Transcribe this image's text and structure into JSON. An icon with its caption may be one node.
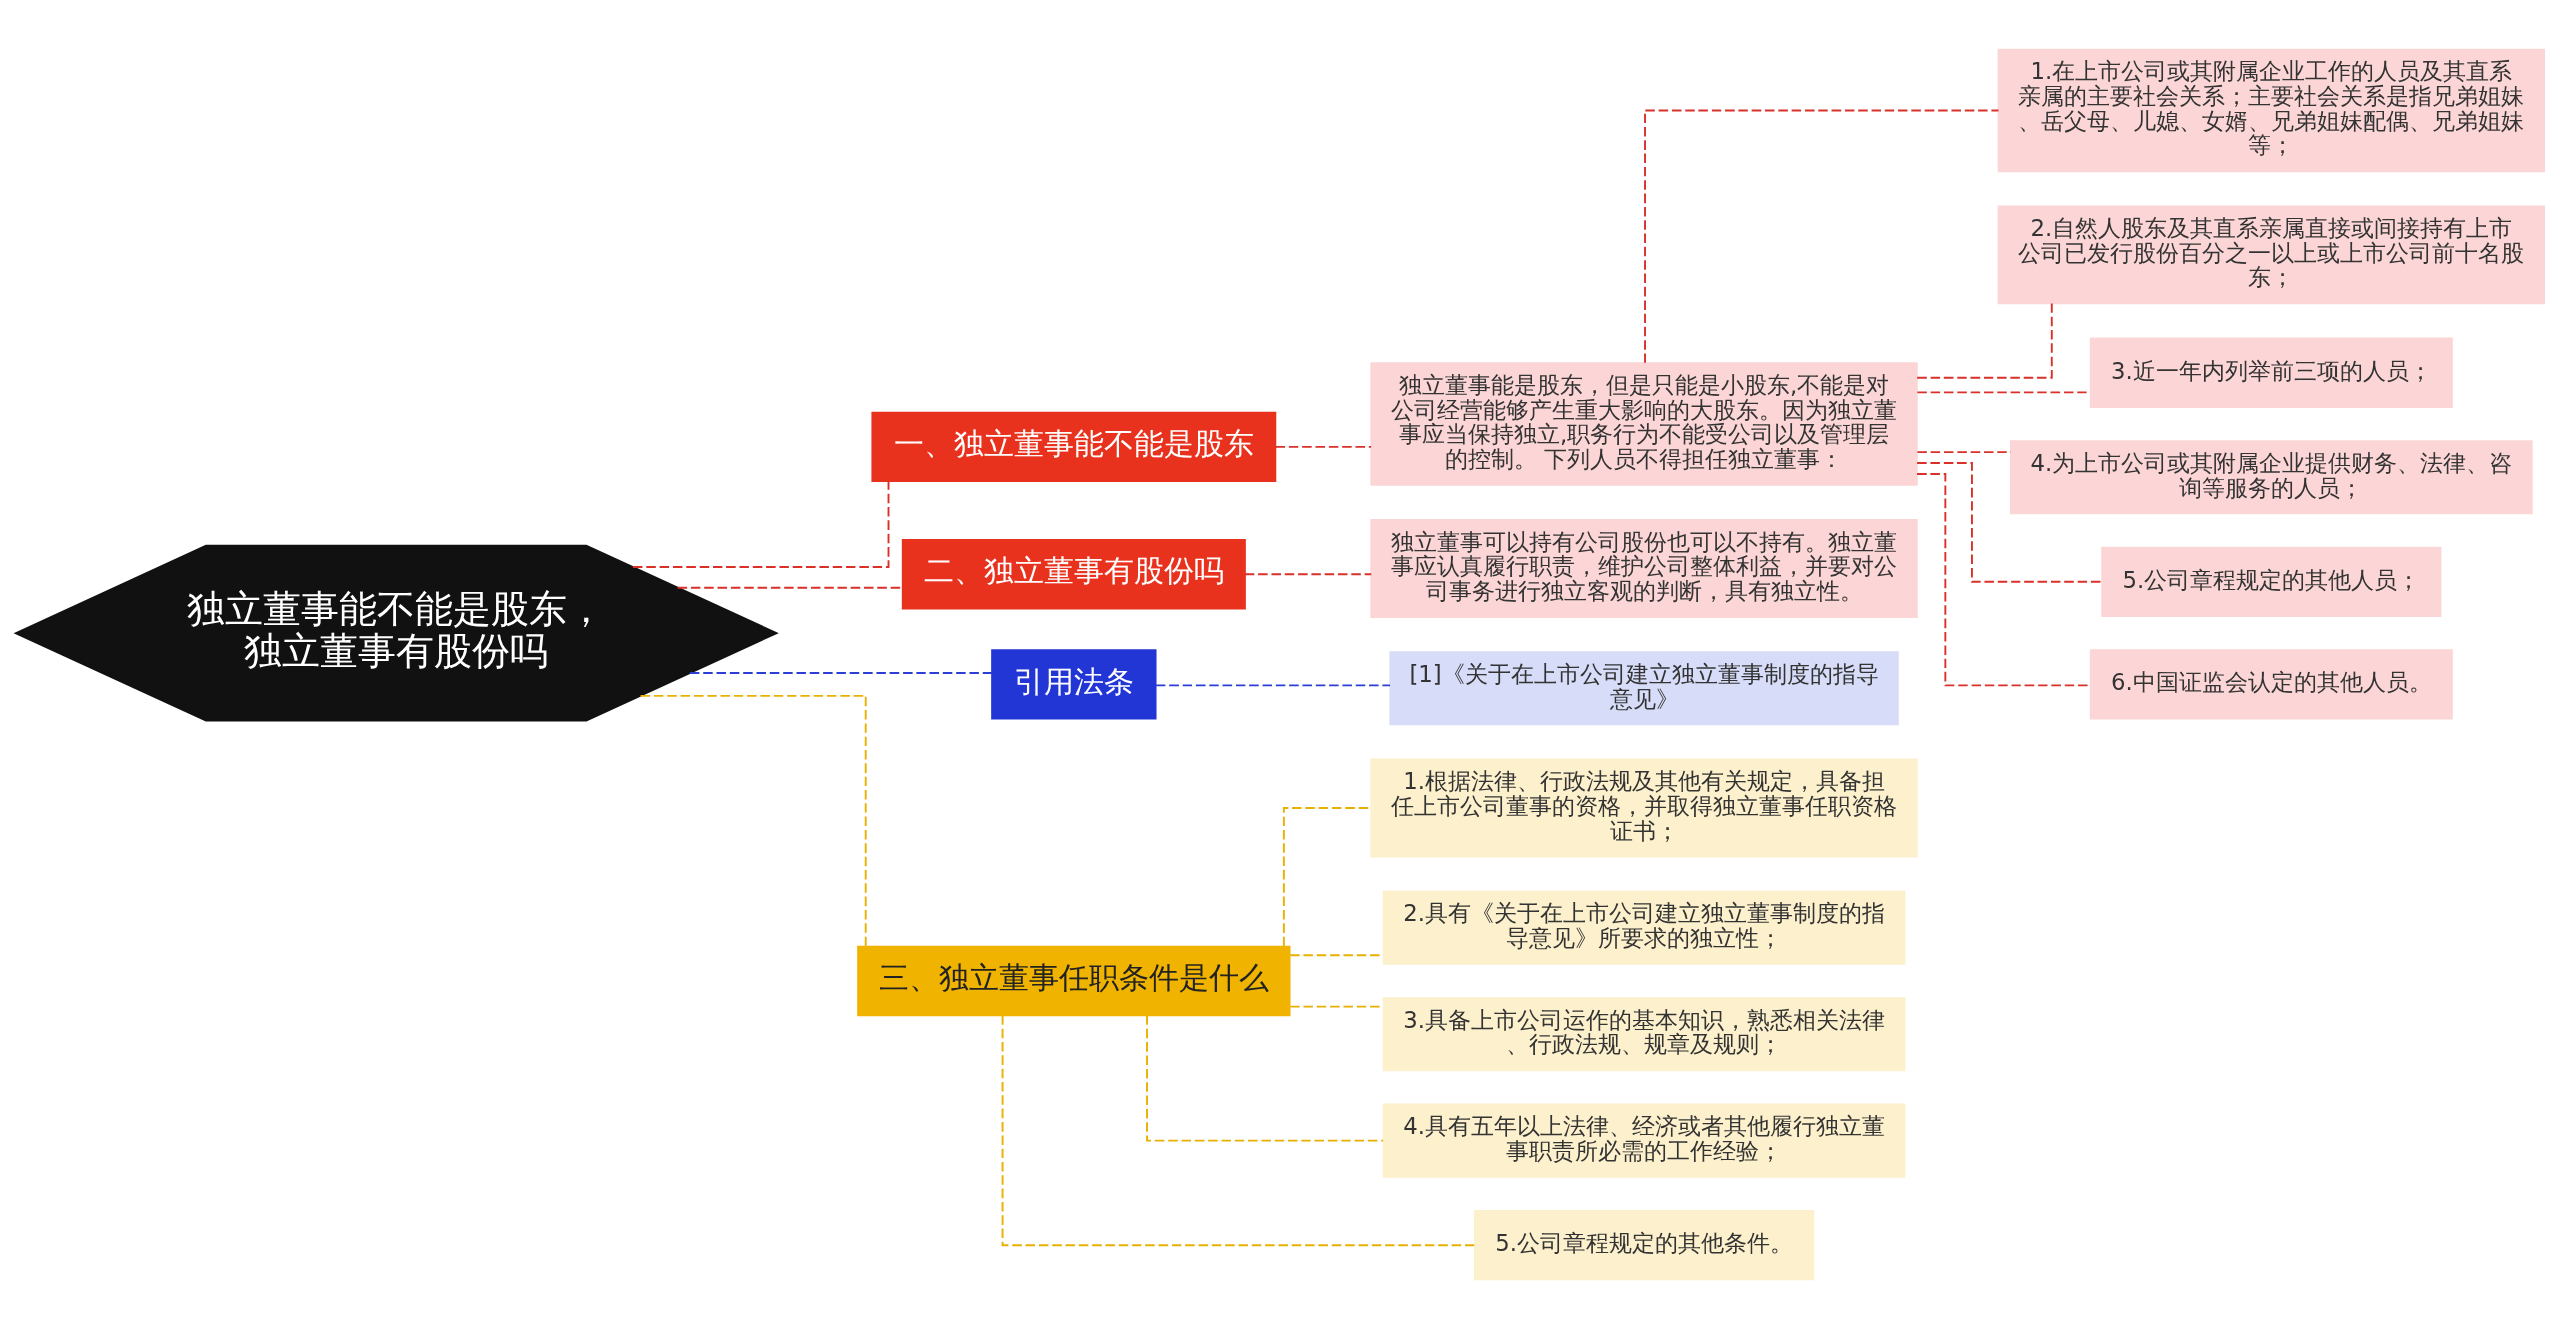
{
  "diagram": {
    "nodes": [
      {
        "text": [
          "独立董事能不能是股东，独立董事有股份吗"
        ]
      },
      {
        "text": [
          "一、独立董事能不能是股东"
        ]
      },
      {
        "text": [
          "独立董事能是股东，但是只能是小股东,不能是对公司经营能够产生重大影响的大股东。因为独立董事应当保持独立,职务行为不能受公司以及管理层的控制。 下列人员不得担任独立董事："
        ]
      },
      {
        "text": [
          "1.在上市公司或其附属企业工作的人员及其直系亲属的主要社会关系；主要社会关系是指兄弟姐妹、岳父母、儿媳、女婿、兄弟姐妹配偶、兄弟姐妹等；"
        ]
      },
      {
        "text": [
          "2.自然人股东及其直系亲属直接或间接持有上市公司已发行股份百分之一以上或上市公司前十名股东；"
        ]
      },
      {
        "text": [
          "3.近一年内列举前三项的人员；"
        ]
      },
      {
        "text": [
          "4.为上市公司或其附属企业提供财务、法律、咨询等服务的人员；"
        ]
      },
      {
        "text": [
          "5.公司章程规定的其他人员；"
        ]
      },
      {
        "text": [
          "6.中国证监会认定的其他人员。"
        ]
      },
      {
        "text": [
          "二、独立董事有股份吗"
        ]
      },
      {
        "text": [
          "独立董事可以持有公司股份也可以不持有。独立董事应认真履行职责，维护公司整体利益，并要对公司事务进行独立客观的判断，具有独立性。"
        ]
      },
      {
        "text": [
          "引用法条"
        ]
      },
      {
        "text": [
          "[1]《关于在上市公司建立独立董事制度的指导意见》"
        ]
      },
      {
        "text": [
          "三、独立董事任职条件是什么"
        ]
      },
      {
        "text": [
          "1.根据法律、行政法规及其他有关规定，具备担任上市公司董事的资格，并取得独立董事任职资格证书；"
        ]
      },
      {
        "text": [
          "2.具有《关于在上市公司建立独立董事制度的指导意见》所要求的独立性；"
        ]
      },
      {
        "text": [
          "3.具备上市公司运作的基本知识，熟悉相关法律、行政法规、规章及规则；"
        ]
      },
      {
        "text": [
          "4.具有五年以上法律、经济或者其他履行独立董事职责所必需的工作经验；"
        ]
      },
      {
        "text": [
          "5.公司章程规定的其他条件。"
        ]
      }
    ],
    "edges": [
      {
        "from": 0,
        "to": 1,
        "arrow": "none",
        "style": "dashed"
      },
      {
        "from": 1,
        "to": 2,
        "arrow": "none",
        "style": "dashed"
      },
      {
        "from": 2,
        "to": 3,
        "arrow": "none",
        "style": "dashed"
      },
      {
        "from": 2,
        "to": 4,
        "arrow": "none",
        "style": "dashed"
      },
      {
        "from": 2,
        "to": 5,
        "arrow": "none",
        "style": "dashed"
      },
      {
        "from": 2,
        "to": 6,
        "arrow": "none",
        "style": "dashed"
      },
      {
        "from": 2,
        "to": 7,
        "arrow": "none",
        "style": "dashed"
      },
      {
        "from": 2,
        "to": 8,
        "arrow": "none",
        "style": "dashed"
      },
      {
        "from": 0,
        "to": 9,
        "arrow": "none",
        "style": "dashed"
      },
      {
        "from": 9,
        "to": 10,
        "arrow": "none",
        "style": "dashed"
      },
      {
        "from": 0,
        "to": 11,
        "arrow": "none",
        "style": "dashed",
        "color": "#2b3fd4"
      },
      {
        "from": 11,
        "to": 12,
        "arrow": "none",
        "style": "dashed",
        "color": "#2b3fd4"
      },
      {
        "from": 0,
        "to": 13,
        "arrow": "none",
        "style": "dashed",
        "color": "#e8b000"
      },
      {
        "from": 13,
        "to": 14,
        "arrow": "none",
        "style": "dashed",
        "color": "#e8b000"
      },
      {
        "from": 13,
        "to": 15,
        "arrow": "none",
        "style": "dashed",
        "color": "#e8b000"
      },
      {
        "from": 13,
        "to": 16,
        "arrow": "none",
        "style": "dashed",
        "color": "#e8b000"
      },
      {
        "from": 13,
        "to": 17,
        "arrow": "none",
        "style": "dashed",
        "color": "#e8b000"
      },
      {
        "from": 13,
        "to": 18,
        "arrow": "none",
        "style": "dashed",
        "color": "#e8b000"
      }
    ]
  }
}
